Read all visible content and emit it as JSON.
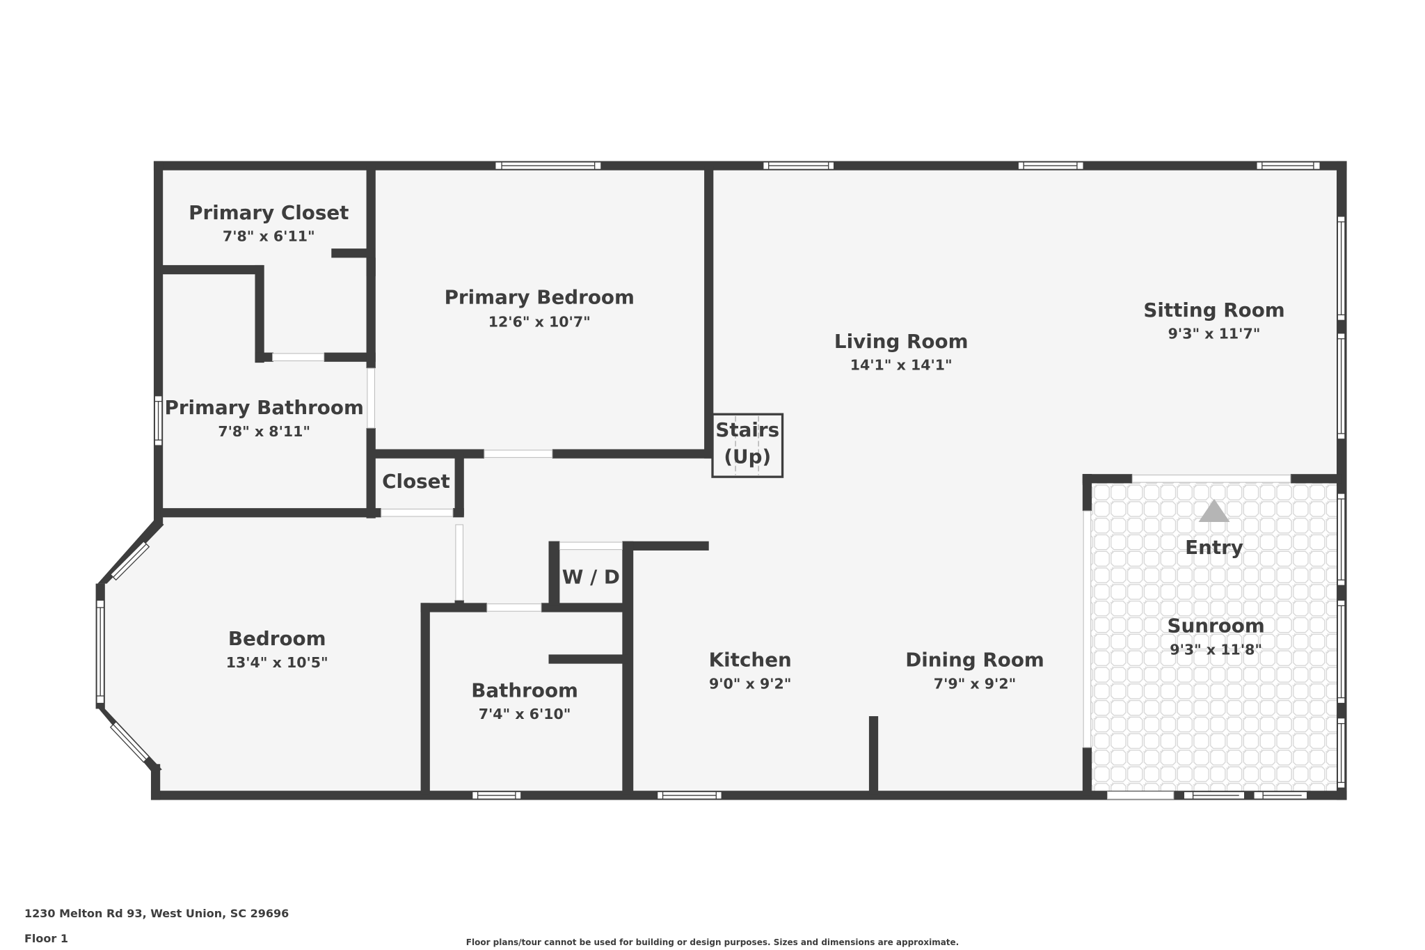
{
  "plan": {
    "rooms": [
      {
        "id": "primary-closet",
        "name": "Primary Closet",
        "dims": "7'8\" x 6'11\""
      },
      {
        "id": "primary-bedroom",
        "name": "Primary Bedroom",
        "dims": "12'6\" x 10'7\""
      },
      {
        "id": "living-room",
        "name": "Living Room",
        "dims": "14'1\" x 14'1\""
      },
      {
        "id": "sitting-room",
        "name": "Sitting Room",
        "dims": "9'3\" x 11'7\""
      },
      {
        "id": "primary-bathroom",
        "name": "Primary Bathroom",
        "dims": "7'8\" x 8'11\""
      },
      {
        "id": "closet",
        "name": "Closet",
        "dims": ""
      },
      {
        "id": "stairs",
        "name": "Stairs",
        "name2": "(Up)",
        "dims": ""
      },
      {
        "id": "entry",
        "name": "Entry",
        "dims": ""
      },
      {
        "id": "wd",
        "name": "W / D",
        "dims": ""
      },
      {
        "id": "bedroom",
        "name": "Bedroom",
        "dims": "13'4\" x 10'5\""
      },
      {
        "id": "bathroom",
        "name": "Bathroom",
        "dims": "7'4\" x 6'10\""
      },
      {
        "id": "kitchen",
        "name": "Kitchen",
        "dims": "9'0\" x 9'2\""
      },
      {
        "id": "dining-room",
        "name": "Dining Room",
        "dims": "7'9\" x 9'2\""
      },
      {
        "id": "sunroom",
        "name": "Sunroom",
        "dims": "9'3\" x 11'8\""
      }
    ],
    "entry_marker_icon": "entry-arrow-icon",
    "colors": {
      "wall": "#3d3d3d",
      "floor": "#f5f5f5",
      "tile": "#d9d9d9",
      "arrow": "#b5b5b5"
    }
  },
  "footer": {
    "address": "1230 Melton Rd 93, West Union, SC 29696",
    "floor": "Floor 1",
    "disclaimer": "Floor plans/tour cannot be used for building or design purposes. Sizes and dimensions are approximate."
  }
}
